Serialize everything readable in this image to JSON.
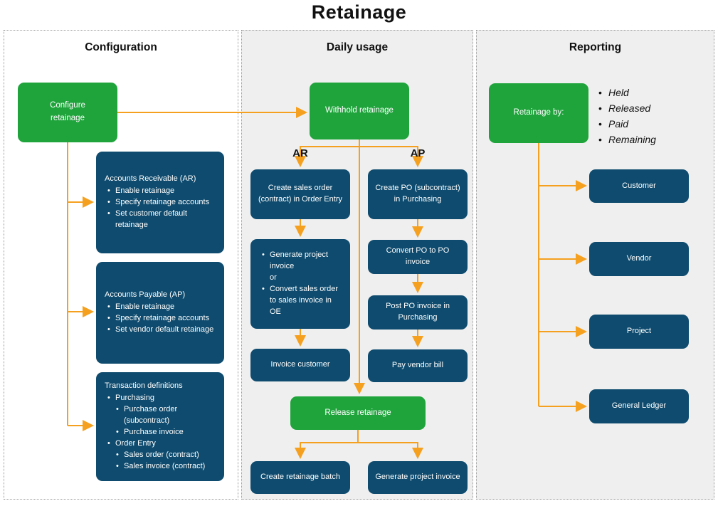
{
  "title": "Retainage",
  "colors": {
    "green": "#1FA43C",
    "navy": "#0E4B6E",
    "orange": "#F5A01E",
    "panel_shade": "#efefef"
  },
  "configuration": {
    "header": "Configuration",
    "start_box": "Configure retainage",
    "ar_box": {
      "title": "Accounts Receivable (AR)",
      "bullets": [
        "Enable retainage",
        "Specify retainage accounts",
        "Set customer default retainage"
      ]
    },
    "ap_box": {
      "title": "Accounts Payable (AP)",
      "bullets": [
        "Enable retainage",
        "Specify retainage accounts",
        "Set vendor default retainage"
      ]
    },
    "transactions_box": {
      "title": "Transaction definitions",
      "groups": [
        {
          "label": "Purchasing",
          "items": [
            "Purchase order (subcontract)",
            "Purchase invoice"
          ]
        },
        {
          "label": "Order Entry",
          "items": [
            "Sales order (contract)",
            "Sales invoice (contract)"
          ]
        }
      ]
    }
  },
  "daily_usage": {
    "header": "Daily usage",
    "start_box": "Withhold retainage",
    "ar": {
      "label": "AR",
      "step1": "Create sales order (contract) in Order Entry",
      "choice": {
        "option1": "Generate project invoice",
        "connector": "or",
        "option2": "Convert sales order to sales invoice in OE"
      },
      "step2": "Invoice customer"
    },
    "ap": {
      "label": "AP",
      "step1": "Create PO (subcontract) in Purchasing",
      "step2": "Convert PO to PO invoice",
      "step3": "Post PO invoice in Purchasing",
      "step4": "Pay vendor bill"
    },
    "release_box": "Release retainage",
    "outcome1": "Create retainage batch",
    "outcome2": "Generate project invoice"
  },
  "reporting": {
    "header": "Reporting",
    "start_box": "Retainage by:",
    "categories": [
      "Held",
      "Released",
      "Paid",
      "Remaining"
    ],
    "boxes": [
      "Customer",
      "Vendor",
      "Project",
      "General Ledger"
    ]
  }
}
